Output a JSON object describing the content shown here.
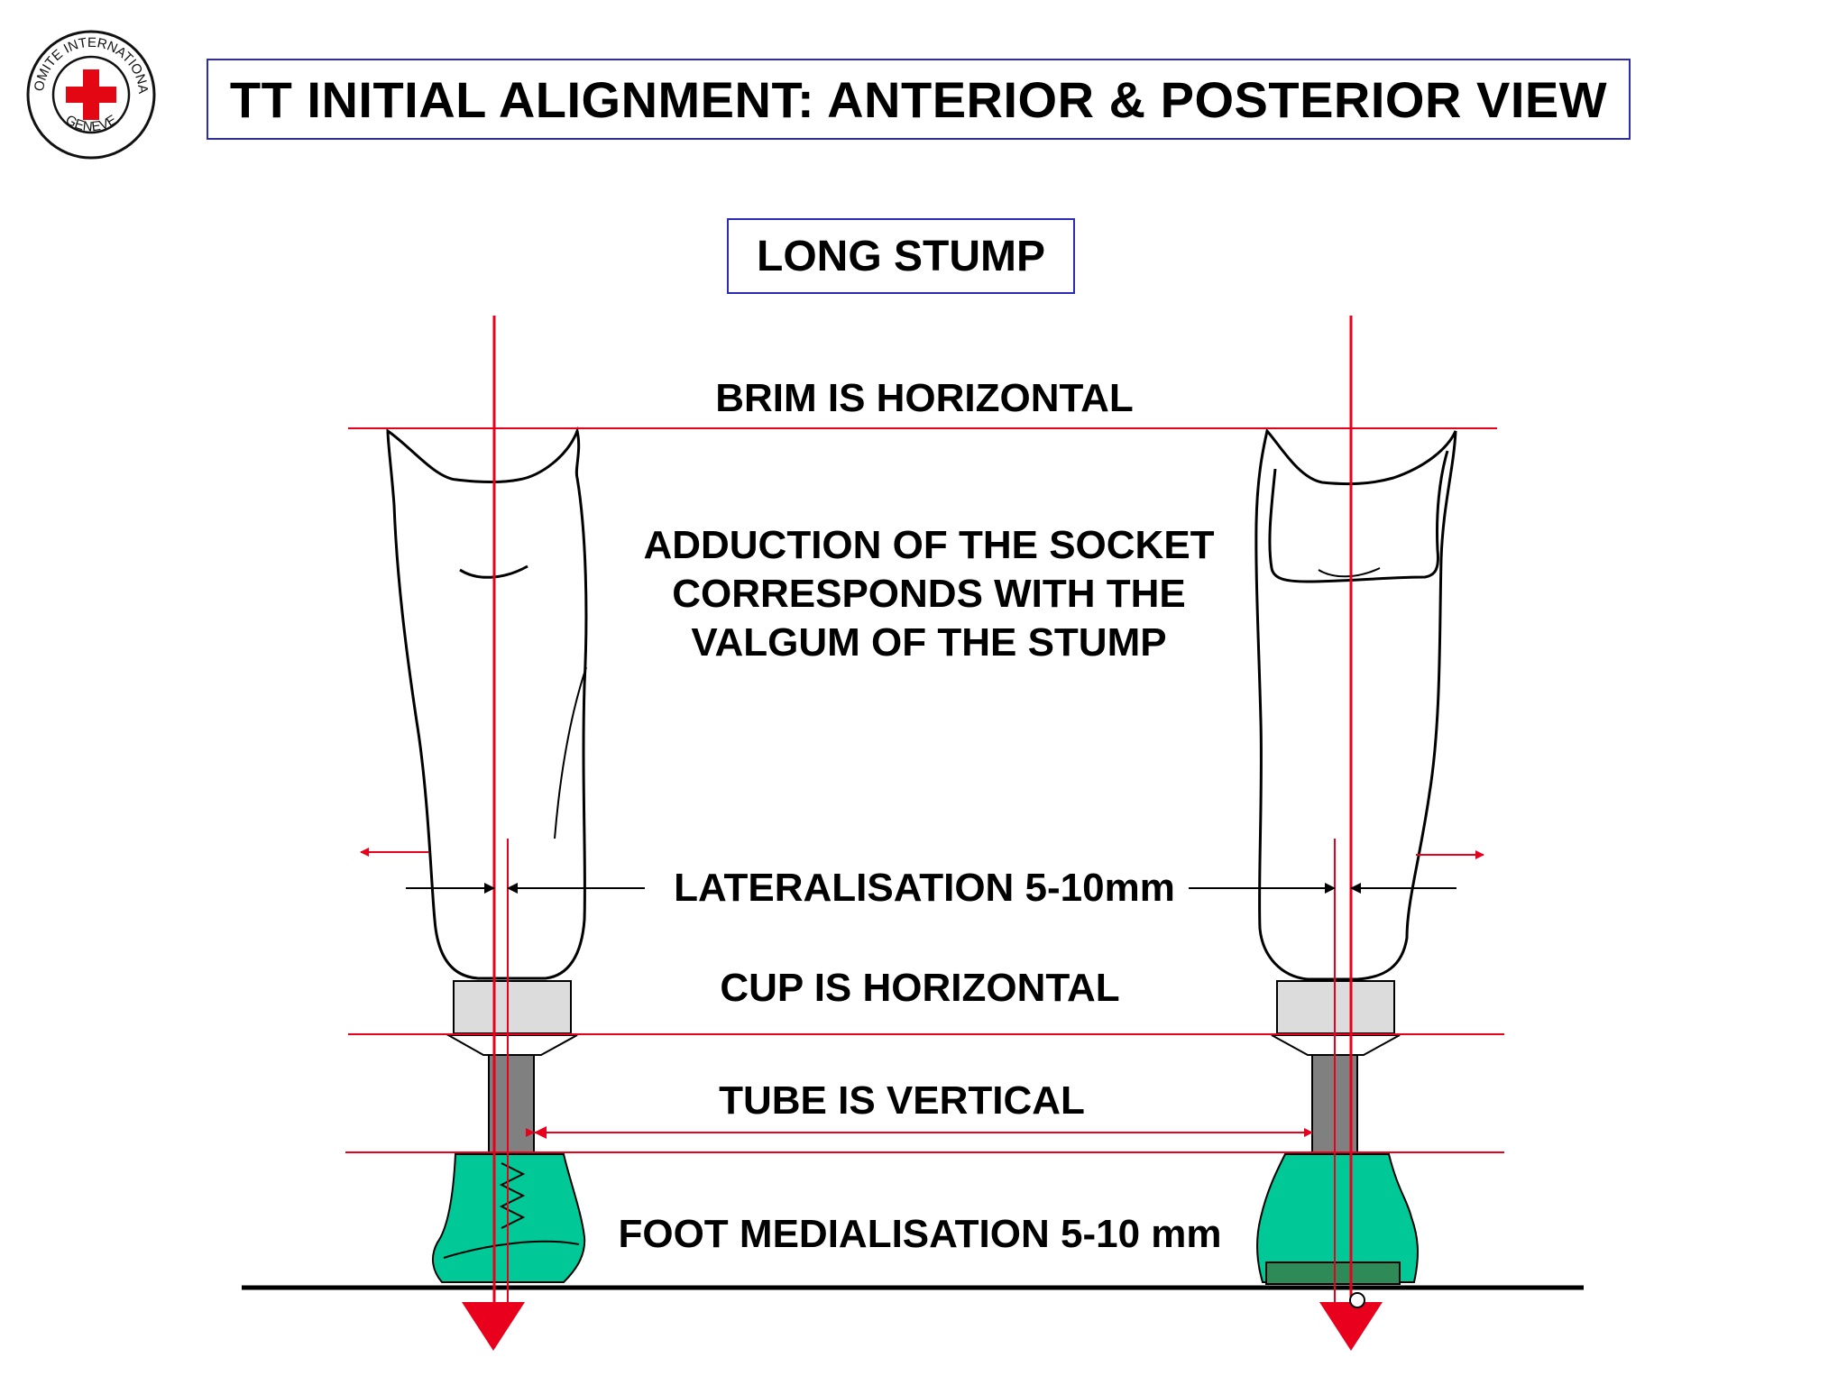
{
  "logo": {
    "ring_text_top": "COMITE INTERNATIONAL",
    "ring_text_bottom": "GENEVE",
    "icon": "red-cross-icon",
    "cross_color": "#e30613"
  },
  "title": "TT INITIAL ALIGNMENT: ANTERIOR & POSTERIOR VIEW",
  "subtitle": "LONG STUMP",
  "labels": {
    "brim": "BRIM IS HORIZONTAL",
    "adduction": [
      "ADDUCTION OF THE SOCKET",
      "CORRESPONDS WITH THE",
      "VALGUM OF THE STUMP"
    ],
    "lateralisation": "LATERALISATION 5-10mm",
    "cup": "CUP IS HORIZONTAL",
    "tube": "TUBE IS VERTICAL",
    "foot": "FOOT MEDIALISATION 5-10 mm"
  },
  "colors": {
    "line_red": "#e8001c",
    "foot_green": "#00c896",
    "foot_dark_green": "#2e8b57",
    "tube_grey": "#808080",
    "cup_grey": "#dcdcdc",
    "border_blue": "#2b2bb8"
  }
}
